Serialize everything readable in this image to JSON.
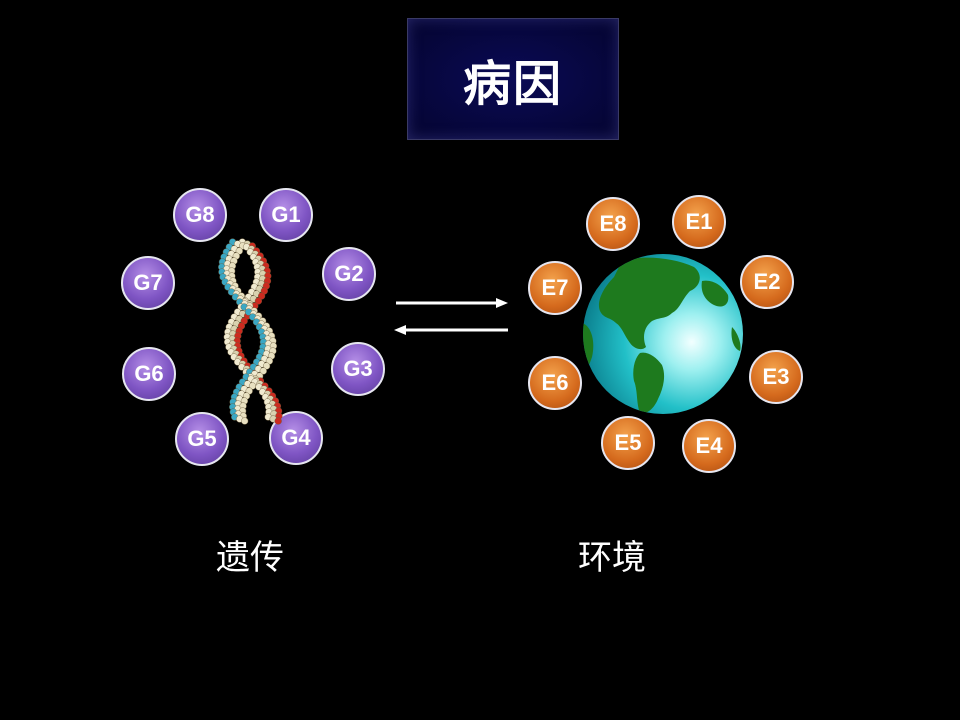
{
  "title": "病因",
  "genetic": {
    "caption": "遗传",
    "nodes": [
      "G1",
      "G2",
      "G3",
      "G4",
      "G5",
      "G6",
      "G7",
      "G8"
    ],
    "color": "#7f55c4"
  },
  "environment": {
    "caption": "环境",
    "nodes": [
      "E1",
      "E2",
      "E3",
      "E4",
      "E5",
      "E6",
      "E7",
      "E8"
    ],
    "color": "#d56a1d"
  },
  "icons": {
    "dna": "dna-helix-icon",
    "globe": "earth-globe-icon",
    "arrows": "bidirectional-arrows-icon"
  }
}
